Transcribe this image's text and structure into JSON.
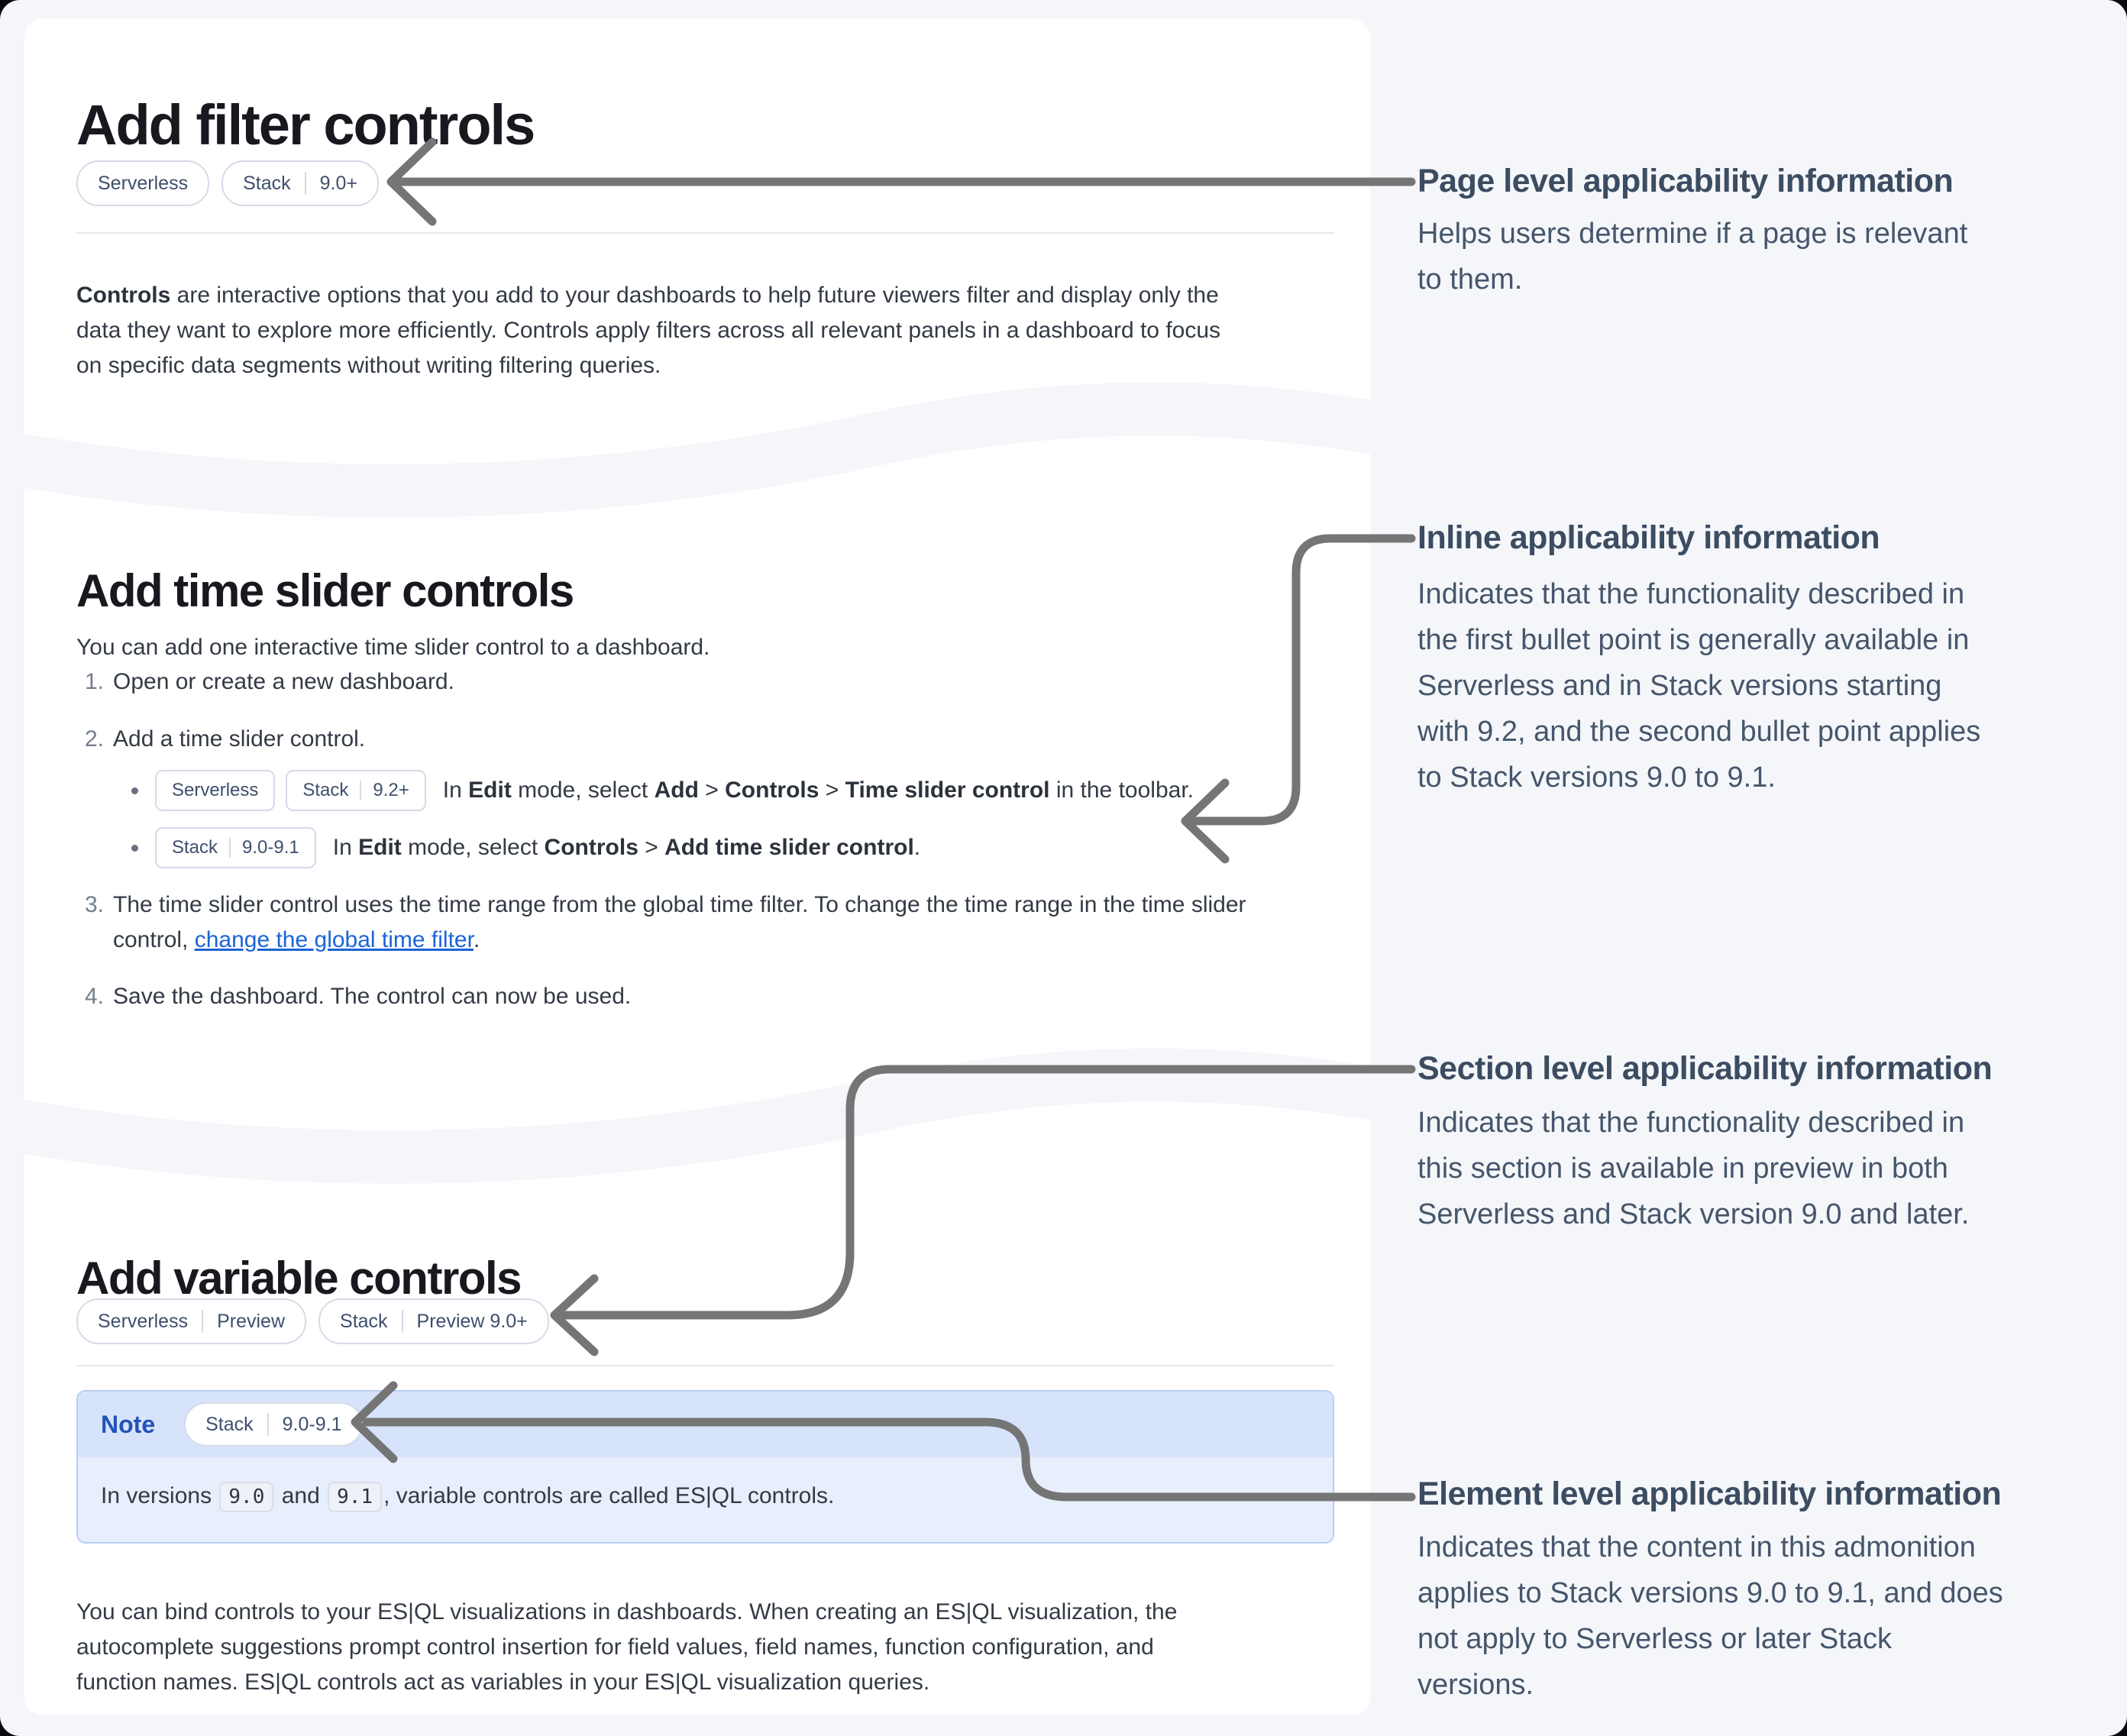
{
  "colors": {
    "page_bg": "#f4f6fa",
    "card_bg": "#ffffff",
    "arrow_gray": "#757575",
    "link_blue": "#1b64d8",
    "note_label_blue": "#2351b8",
    "note_header_bg": "#d7e3fa",
    "note_body_bg": "#e7eefc",
    "badge_border": "#d5dbe7"
  },
  "article": {
    "title": "Add filter controls",
    "page_badges": [
      {
        "parts": [
          "Serverless"
        ]
      },
      {
        "parts": [
          "Stack",
          "9.0+"
        ]
      }
    ],
    "intro": [
      {
        "t": "Controls",
        "b": true
      },
      {
        "t": " are interactive options that you add to your dashboards to help future viewers filter and display only the\ndata they want to explore more efficiently. Controls apply filters across all relevant panels in a dashboard to focus\non specific data segments without writing filtering queries."
      }
    ],
    "time_slider": {
      "heading": "Add time slider controls",
      "lead": "You can add one interactive time slider control to a dashboard.",
      "step1": {
        "marker": "1.",
        "segments": [
          {
            "t": "Open or create a new dashboard."
          }
        ]
      },
      "step2": {
        "marker": "2.",
        "segments": [
          {
            "t": "Add a time slider control."
          }
        ]
      },
      "step2a": {
        "badges": [
          {
            "parts": [
              "Serverless"
            ]
          },
          {
            "parts": [
              "Stack",
              "9.2+"
            ]
          }
        ],
        "segments": [
          {
            "t": "In "
          },
          {
            "t": "Edit",
            "b": true
          },
          {
            "t": " mode, select "
          },
          {
            "t": "Add",
            "b": true
          },
          {
            "t": " > "
          },
          {
            "t": "Controls",
            "b": true
          },
          {
            "t": " > "
          },
          {
            "t": "Time slider control",
            "b": true
          },
          {
            "t": " in the toolbar."
          }
        ]
      },
      "step2b": {
        "badges": [
          {
            "parts": [
              "Stack",
              "9.0-9.1"
            ]
          }
        ],
        "segments": [
          {
            "t": "In "
          },
          {
            "t": "Edit",
            "b": true
          },
          {
            "t": " mode, select "
          },
          {
            "t": "Controls",
            "b": true
          },
          {
            "t": " > "
          },
          {
            "t": "Add time slider control",
            "b": true
          },
          {
            "t": "."
          }
        ]
      },
      "step3": {
        "marker": "3.",
        "segments": [
          {
            "t": "The time slider control uses the time range from the global time filter. To change the time range in the time slider\ncontrol, "
          },
          {
            "t": "change the global time filter",
            "link": true
          },
          {
            "t": "."
          }
        ]
      },
      "step4": {
        "marker": "4.",
        "segments": [
          {
            "t": "Save the dashboard. The control can now be used."
          }
        ]
      }
    },
    "variable": {
      "heading": "Add variable controls",
      "badges": [
        {
          "parts": [
            "Serverless",
            "Preview"
          ]
        },
        {
          "parts": [
            "Stack",
            "Preview 9.0+"
          ]
        }
      ],
      "note": {
        "label": "Note",
        "badge": [
          {
            "parts": [
              "Stack",
              "9.0-9.1"
            ]
          }
        ],
        "segments": [
          {
            "t": "In versions "
          },
          {
            "t": "9.0",
            "code": true
          },
          {
            "t": " and "
          },
          {
            "t": "9.1",
            "code": true
          },
          {
            "t": ", variable controls are called ES|QL controls."
          }
        ]
      },
      "outro": [
        {
          "t": "You can bind controls to your ES|QL visualizations in dashboards. When creating an ES|QL visualization, the\nautocomplete suggestions prompt control insertion for field values, field names, function configuration, and\nfunction names. ES|QL controls act as variables in your ES|QL visualization queries."
        }
      ]
    }
  },
  "annotations": {
    "page_level": {
      "heading": "Page level applicability information",
      "body": "Helps users determine if a page is relevant\nto them."
    },
    "inline": {
      "heading": "Inline applicability information",
      "body": "Indicates that the functionality described in\nthe first bullet point is generally available in\nServerless and in Stack versions starting\nwith 9.2, and the second bullet point applies\nto Stack versions 9.0 to 9.1."
    },
    "section_level": {
      "heading": "Section level applicability information",
      "body": "Indicates that the functionality described in\nthis section is available in preview in both\nServerless and Stack version 9.0 and later."
    },
    "element_level": {
      "heading": "Element level applicability information",
      "body": "Indicates that the content in this admonition\napplies to Stack versions 9.0 to 9.1, and does\nnot apply to Serverless or later Stack\nversions."
    }
  }
}
